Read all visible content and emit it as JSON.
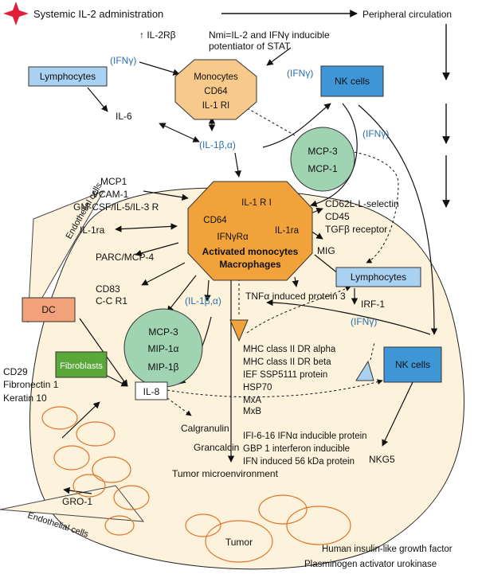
{
  "top": {
    "systemic": "Systemic IL-2 administration",
    "peripheral": "Peripheral circulation",
    "il2rb": "↑ IL-2Rβ",
    "nmi_line1": "Nmi=IL-2 and IFNγ inducible",
    "nmi_line2": "potentiator of STAT"
  },
  "boxes": {
    "lymphocytes_top": "Lymphocytes",
    "nk_cells_top": "NK cells",
    "lymphocytes_right": "Lymphocytes",
    "nk_cells_bottom": "NK cells",
    "dc": "DC",
    "fibroblasts": "Fibroblasts",
    "il8": "IL-8"
  },
  "monocytes": {
    "line1": "Monocytes",
    "line2": "CD64",
    "line3": "IL-1 RI"
  },
  "activated": {
    "il1ri": "IL-1 R I",
    "cd64": "CD64",
    "ifngra": "IFNγRα",
    "il1ra": "IL-1ra",
    "title1": "Activated monocytes",
    "title2": "Macrophages"
  },
  "mcp_circle": {
    "line1": "MCP-3",
    "line2": "MCP-1"
  },
  "mip_circle": {
    "line1": "MCP-3",
    "line2": "MIP-1α",
    "line3": "MIP-1β"
  },
  "labels": {
    "ifng_1": "(IFNγ)",
    "ifng_2": "(IFNγ)",
    "ifng_3": "(IFNγ)",
    "ifng_4": "(IFNγ)",
    "il6": "IL-6",
    "il1ba_1": "(IL-1β,α)",
    "il1ba_2": "(IL-1β,α)",
    "mcp1": "MCP1",
    "vcam1": "VCAM-1",
    "gmcsf": "GM-CSF/IL-5/IL-3 R",
    "il1ra_left": "IL-1ra",
    "parc": "PARC/MCP-4",
    "cd83": "CD83",
    "ccr1": "C-C R1",
    "cd62l": "CD62L-L-selectin",
    "cd45": "CD45",
    "tgfb": "TGFβ receptor",
    "mig": "MIG",
    "tnfa": "TNFα induced protein 3",
    "irf1": "IRF-1",
    "cd29": "CD29",
    "fibronectin": "Fibronectin 1",
    "keratin": "Keratin 10",
    "calgranulin": "Calgranulin",
    "grancalcin": "Grancalcin",
    "tumor_micro": "Tumor microenvironment",
    "nkg5": "NKG5",
    "gro1": "GRO-1",
    "tumor": "Tumor",
    "endothelial_top": "Endothelial cells",
    "endothelial_bottom": "Endothelial cells",
    "insulin": "Human insulin-like growth factor",
    "plasminogen": "Plasminogen activator urokinase"
  },
  "gene_list": [
    "MHC class II DR alpha",
    "MHC class II DR beta",
    "IEF SSP5111 protein",
    "HSP70",
    "MxA",
    "MxB"
  ],
  "gene_list2": [
    "IFI-6-16 IFNα inducible protein",
    "GBP 1 interferon inducible",
    "IFN induced 56 kDa protein"
  ],
  "colors": {
    "star": "#e0203a",
    "box_blue_light": "#a9d2f2",
    "box_blue_dark": "#3f96d6",
    "monocyte_fill": "#f7c98a",
    "activated_fill": "#f2a23a",
    "circle_green": "#9fd3b2",
    "dc_fill": "#f1a27a",
    "fibro_fill": "#5aa83a",
    "cream": "#fdf3dc",
    "tumor_stroke": "#e0742a",
    "text_blue": "#2a6fb0"
  }
}
